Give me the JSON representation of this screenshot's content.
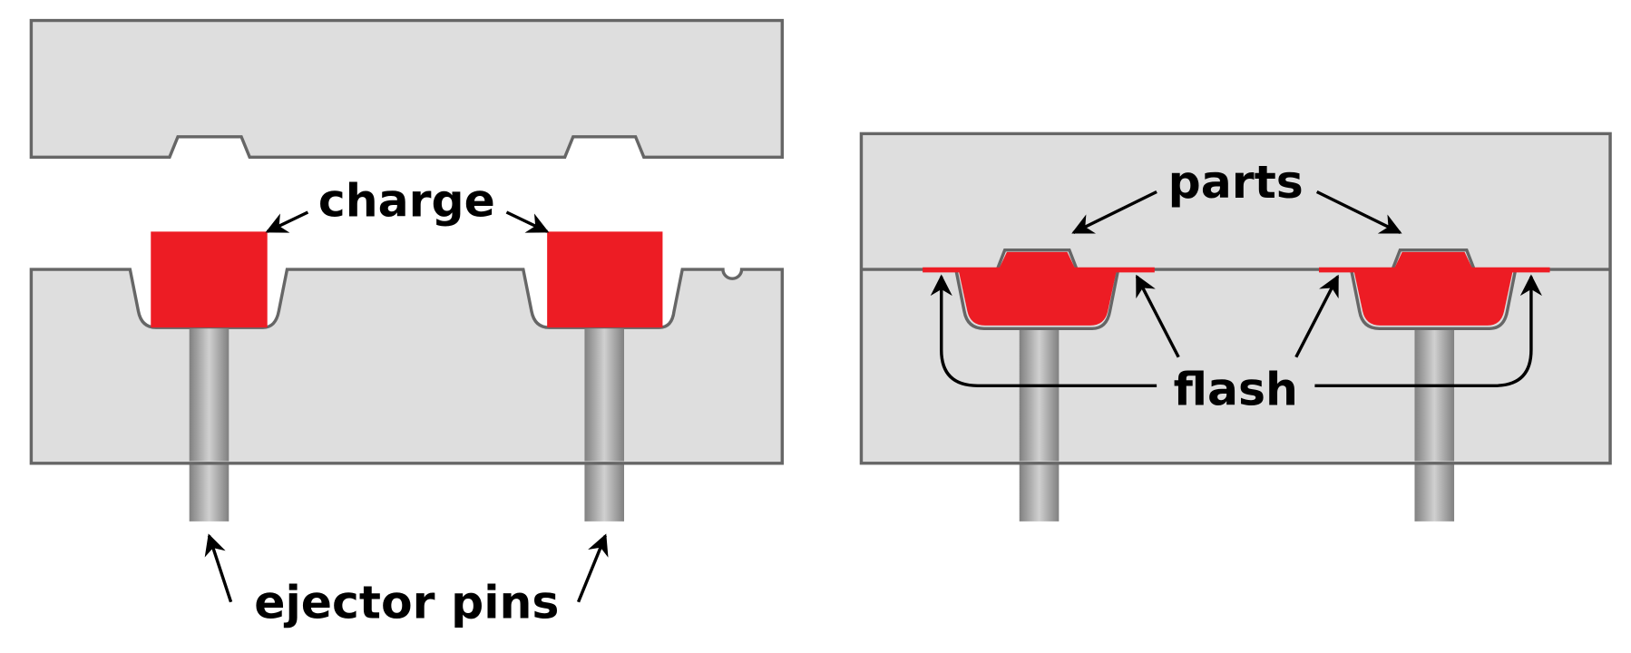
{
  "labels": {
    "charge": "charge",
    "ejector_pins": "ejector pins",
    "parts": "parts",
    "flash": "flash"
  },
  "colors": {
    "mold_fill": "#dedede",
    "mold_stroke": "#666666",
    "material": "#ed1c24"
  }
}
